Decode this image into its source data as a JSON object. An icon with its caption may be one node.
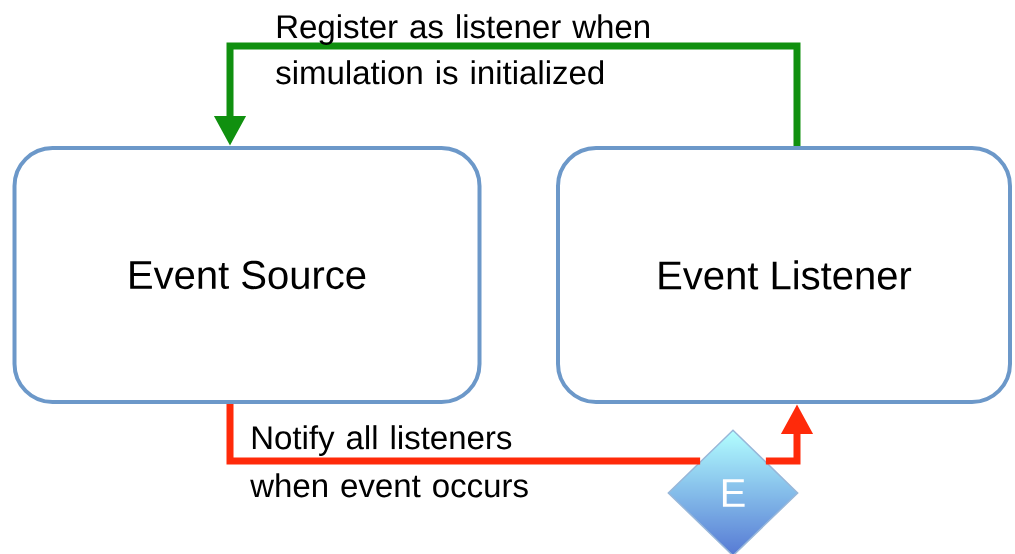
{
  "diagram": {
    "nodes": [
      {
        "text": [
          "Event Source"
        ]
      },
      {
        "text": [
          "Event Listener"
        ]
      },
      {
        "text": [
          "E"
        ]
      }
    ],
    "edges": [
      {
        "from": 1,
        "to": 0,
        "arrow": "to",
        "label": "Register as listener when simulation is initialized",
        "color": "#10900f"
      },
      {
        "from": 0,
        "to": 2,
        "arrow": "none",
        "label": "Notify all listeners when event occurs",
        "color": "#ff2a0a"
      },
      {
        "from": 2,
        "to": 1,
        "arrow": "to",
        "color": "#ff2a0a"
      }
    ]
  }
}
